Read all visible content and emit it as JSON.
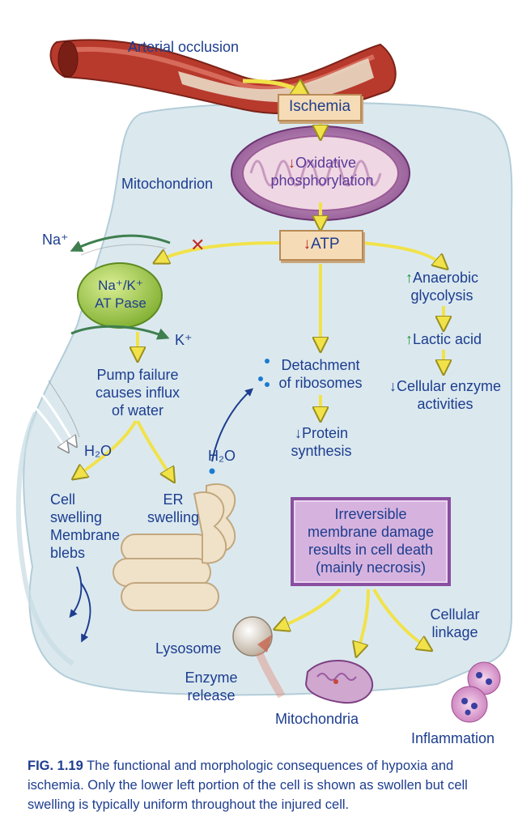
{
  "labels": {
    "arterial_occlusion": "Arterial occlusion",
    "ischemia": "Ischemia",
    "mitochondrion": "Mitochondrion",
    "oxphos_line1": "Oxidative",
    "oxphos_line2": "phosphorylation",
    "atp": "ATP",
    "na": "Na⁺",
    "k": "K⁺",
    "pump_line1": "Na⁺/K⁺",
    "pump_line2": "AT Pase",
    "pump_failure_1": "Pump failure",
    "pump_failure_2": "causes influx",
    "pump_failure_3": "of water",
    "h2o_left": "H₂O",
    "h2o_er": "H₂O",
    "cell_swelling_1": "Cell",
    "cell_swelling_2": "swelling",
    "cell_swelling_3": "Membrane",
    "cell_swelling_4": "blebs",
    "er_swelling_1": "ER",
    "er_swelling_2": "swelling",
    "detachment_1": "Detachment",
    "detachment_2": "of ribosomes",
    "protein_1": "Protein",
    "protein_2": "synthesis",
    "anaerobic_1": "Anaerobic",
    "anaerobic_2": "glycolysis",
    "lactic": "Lactic acid",
    "enzyme_act_1": "Cellular enzyme",
    "enzyme_act_2": "activities",
    "irreversible_1": "Irreversible",
    "irreversible_2": "membrane damage",
    "irreversible_3": "results in cell death",
    "irreversible_4": "(mainly necrosis)",
    "lysosome": "Lysosome",
    "enzyme_release_1": "Enzyme",
    "enzyme_release_2": "release",
    "mitochondria": "Mitochondria",
    "cellular_linkage_1": "Cellular",
    "cellular_linkage_2": "linkage",
    "inflammation": "Inflammation"
  },
  "arrows": {
    "up": "↑",
    "down": "↓",
    "blocked": "✕"
  },
  "caption": {
    "fig": "FIG. 1.19",
    "text": " The functional and morphologic consequences of hypoxia and ischemia. Only the lower left portion of the cell is shown as swollen but cell swelling is typically uniform throughout the injured cell."
  },
  "colors": {
    "cell_fill": "#dbe9ef",
    "box_fill": "#f6dcb6",
    "purple_box": "#d6b3de",
    "arrow_yellow": "#f1e24a",
    "text_blue": "#1d3d8f",
    "artery": "#b83a2c",
    "pump": "#a9d14a"
  }
}
